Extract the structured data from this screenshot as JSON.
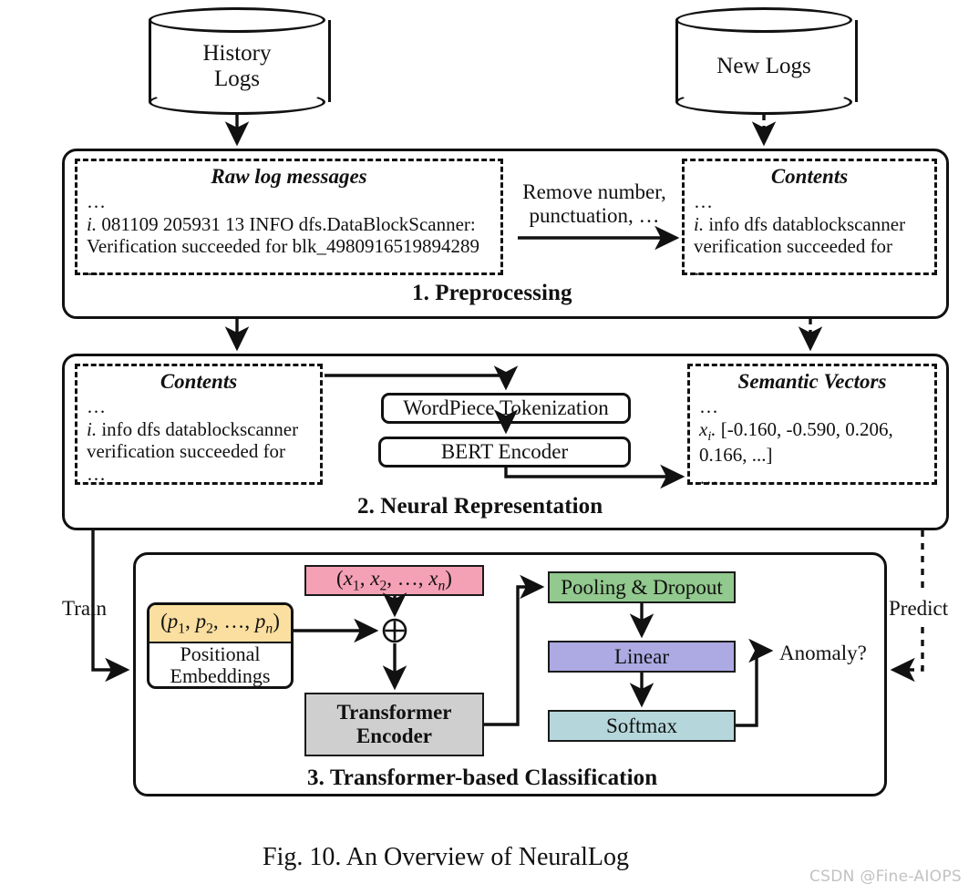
{
  "figure": {
    "caption": "Fig. 10.   An Overview of NeuralLog",
    "watermark": "CSDN @Fine-AIOPS"
  },
  "sources": {
    "history_logs": {
      "line1": "History",
      "line2": "Logs"
    },
    "new_logs": {
      "line1": "New Logs",
      "line2": ""
    }
  },
  "stage1": {
    "title": "1. Preprocessing",
    "raw_panel": {
      "title": "Raw log messages",
      "dots_top": "…",
      "index": "i.",
      "line1": " 081109 205931 13 INFO dfs.DataBlockScanner:",
      "line2": "Verification succeeded for blk_4980916519894289",
      "dots_bottom": "…"
    },
    "transform_label_line1": "Remove number,",
    "transform_label_line2": "punctuation, …",
    "contents_panel": {
      "title": "Contents",
      "dots_top": "…",
      "index": "i.",
      "line1": " info dfs datablockscanner",
      "line2": "verification succeeded for",
      "dots_bottom": "…"
    }
  },
  "stage2": {
    "title": "2. Neural Representation",
    "contents_panel": {
      "title": "Contents",
      "dots_top": "…",
      "index": "i.",
      "line1": " info dfs datablockscanner",
      "line2": "verification succeeded for",
      "dots_bottom": "…"
    },
    "tokenization_box": "WordPiece Tokenization",
    "encoder_box": "BERT Encoder",
    "vectors_panel": {
      "title": "Semantic Vectors",
      "dots_top": "…",
      "index": "xi.",
      "line1": " [-0.160, -0.590, 0.206,",
      "line2": "0.166, ...]",
      "dots_bottom": "…"
    }
  },
  "stage3": {
    "title": "3. Transformer-based Classification",
    "input_vector_box": "(x1, x2, …, xn)",
    "positional_box": "(p1, p2, …, pn)",
    "positional_caption_line1": "Positional",
    "positional_caption_line2": "Embeddings",
    "add_symbol": "⊕",
    "transformer_line1": "Transformer",
    "transformer_line2": "Encoder",
    "pooling_box": "Pooling & Dropout",
    "linear_box": "Linear",
    "softmax_box": "Softmax",
    "output_label": "Anomaly?"
  },
  "flow_labels": {
    "train": "Train",
    "predict": "Predict"
  },
  "colors": {
    "input_vector_pink": "#F4A0B5",
    "positional_yellow": "#FADFA0",
    "transformer_gray": "#CFCFCF",
    "pooling_green": "#92C98E",
    "linear_purple": "#ACA9E3",
    "softmax_teal": "#B5D7DB",
    "stroke": "#111111",
    "watermark_gray": "#C2C2C2"
  }
}
